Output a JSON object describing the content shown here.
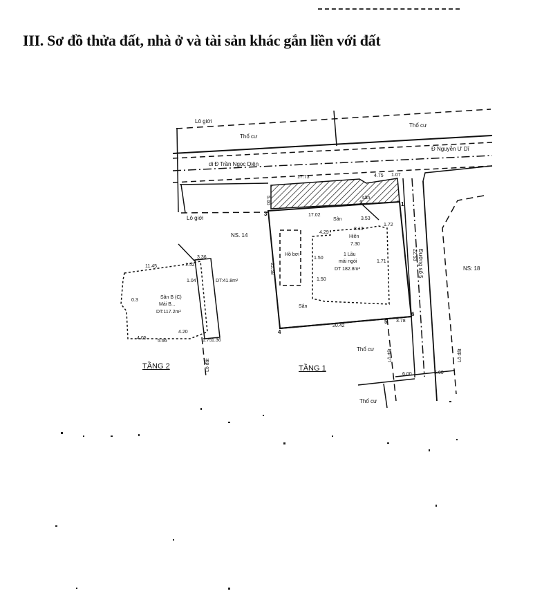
{
  "header": {
    "title": "III. Sơ đồ thửa đất, nhà ở và tài sản khác gắn liền với đất"
  },
  "diagram": {
    "streets": {
      "street_main": "Đ Nguyễn Ư Dĩ",
      "street_alley": "di Đ Trần Ngọc Diện",
      "street_side": "Đường số 5"
    },
    "zones": {
      "setback_top": "Lô giới",
      "setback_left": "Lô giới",
      "residential_top_left": "Thổ cư",
      "residential_top_right": "Thổ cư",
      "residential_bottom_1": "Thổ cư",
      "residential_bottom_2": "Thổ cư",
      "neighbor_left": "NS. 14",
      "neighbor_right": "NS: 18",
      "setback_v1": "Lô đất",
      "setback_v2": "Lô đất",
      "setback_v3": "Lô đất"
    },
    "floor1": {
      "label": "TẦNG 1",
      "yard_front": "sân",
      "yard_top": "Sân",
      "yard_bottom": "Sân",
      "pool": "Hồ bơi",
      "hall": "Hiên",
      "house_line1": "1 Lầu",
      "house_line2": "mái ngói",
      "house_area": "DT 182.8m²",
      "dims": {
        "top_left": "17.73",
        "top_mid": "4.75",
        "top_right": "1.07",
        "inner_top": "17.02",
        "bottom": "20.42",
        "bottom_right": "3.78",
        "left_short": "5.00",
        "left": "22.58",
        "right": "22.53",
        "diag": "3.53",
        "house_a": "4.29",
        "house_b": "8.13",
        "house_c": "7.30",
        "house_d": "1.72",
        "house_e": "1.71",
        "house_f": "1.50",
        "house_g": "1.50",
        "road_left": "6.00",
        "road_right": "6.60"
      },
      "points": [
        "1",
        "2",
        "3",
        "4",
        "5",
        "6"
      ]
    },
    "floor2": {
      "label": "TẦNG 2",
      "area_line1": "Sân B (C)",
      "area_line2": "Mái B...",
      "area_main": "DT:117.2m²",
      "area_side": "DT:41.8m²",
      "dims": {
        "top": "11.45",
        "top_right": "3.36",
        "a": "1.52",
        "b": "1.04",
        "c": "4.05",
        "d": "5.66",
        "e": "4.20",
        "f": "0.3",
        "g": "1.75",
        "h": "1.36"
      }
    }
  }
}
